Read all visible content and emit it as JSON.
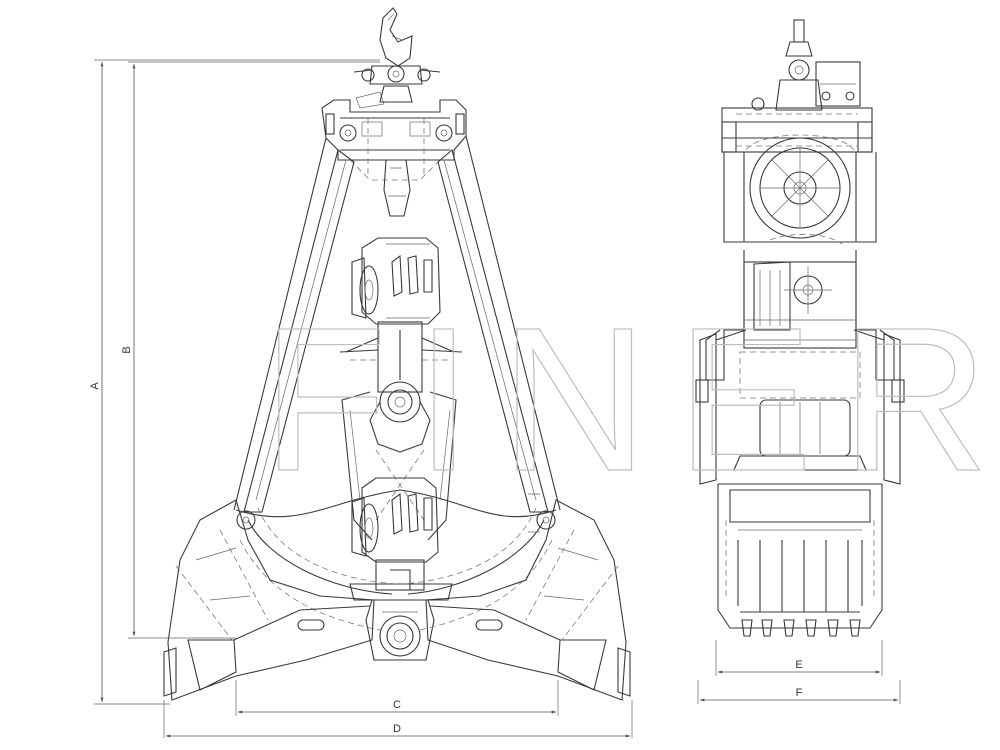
{
  "watermark": "FINER",
  "dimensions": {
    "a": "A",
    "b": "B",
    "c": "C",
    "d": "D",
    "e": "E",
    "f": "F"
  }
}
